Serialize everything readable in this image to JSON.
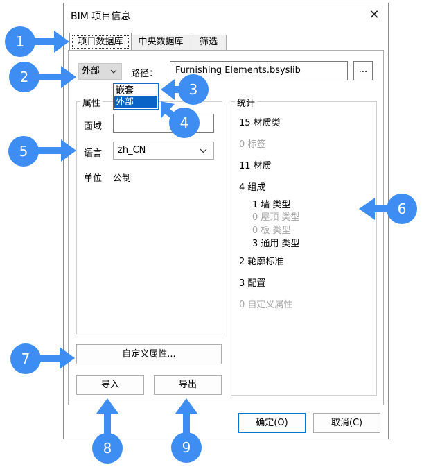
{
  "dialog": {
    "title": "BIM 项目信息",
    "close_glyph": "✕",
    "tabs": [
      {
        "label": "项目数据库",
        "active": true
      },
      {
        "label": "中央数据库",
        "active": false
      },
      {
        "label": "筛选",
        "active": false
      }
    ],
    "source_combo": {
      "value": "外部"
    },
    "path": {
      "label": "路径：",
      "value": "Furnishing Elements.bsyslib",
      "browse_label": "..."
    },
    "dropdown_options": [
      "嵌套",
      "外部"
    ],
    "dropdown_selected": "外部",
    "properties": {
      "caption": "属性",
      "domain_label": "面域",
      "domain_value": "",
      "language_label": "语言",
      "language_value": "zh_CN",
      "unit_label": "单位",
      "unit_value": "公制"
    },
    "statistics": {
      "caption": "统计",
      "items": [
        {
          "text": "15 材质类",
          "muted": false
        },
        {
          "text": "0 标签",
          "muted": true
        },
        {
          "text": "11 材质",
          "muted": false
        },
        {
          "text": "4 组成",
          "muted": false
        },
        {
          "text": "1 墙 类型",
          "muted": false
        },
        {
          "text": "0 屋顶 类型",
          "muted": true
        },
        {
          "text": "0 板 类型",
          "muted": true
        },
        {
          "text": "3 通用 类型",
          "muted": false
        },
        {
          "text": "2 轮廓标准",
          "muted": false
        },
        {
          "text": "3 配置",
          "muted": false
        },
        {
          "text": "0 自定义属性",
          "muted": true
        }
      ]
    },
    "buttons": {
      "custom_props": "自定义属性...",
      "import": "导入",
      "export": "导出",
      "ok": "确定(O)",
      "cancel": "取消(C)"
    }
  },
  "callouts": [
    "1",
    "2",
    "3",
    "4",
    "5",
    "6",
    "7",
    "8",
    "9"
  ],
  "colors": {
    "callout": "#3d8df3",
    "selection": "#0a64c8",
    "default_button_border": "#0078d7"
  }
}
